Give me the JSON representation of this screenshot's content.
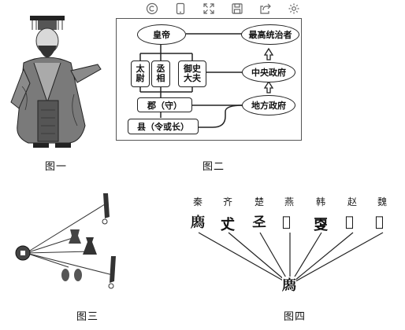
{
  "toolbar": {
    "icons": [
      "copyright-icon",
      "tablet-icon",
      "fullscreen-icon",
      "save-icon",
      "share-icon",
      "settings-icon"
    ]
  },
  "captions": {
    "fig1": "图一",
    "fig2": "图二",
    "fig3": "图三",
    "fig4": "图四"
  },
  "diagram": {
    "emperor": "皇帝",
    "supreme_ruler": "最高统治者",
    "taiwei": "太尉",
    "chengxiang": "丞相",
    "yushi_dafu": "御史大夫",
    "central_gov": "中央政府",
    "commandery": "郡（守）",
    "local_gov": "地方政府",
    "county": "县（令或长）"
  },
  "fig4": {
    "states": [
      "秦",
      "齐",
      "楚",
      "燕",
      "韩",
      "赵",
      "魏"
    ],
    "glyphs": [
      "𢊁",
      "𠀋",
      "𢀖",
      "𠀆",
      "㪅",
      "𠀌",
      "𢑚"
    ],
    "unified_glyph": "𢊁"
  }
}
